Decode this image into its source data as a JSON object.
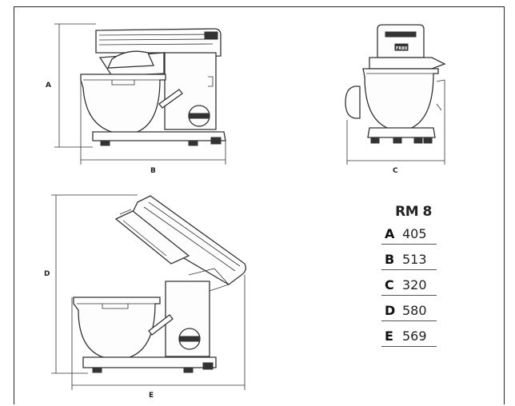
{
  "dimension_labels": {
    "A": "A",
    "B": "B",
    "C": "C",
    "D": "D",
    "E": "E"
  },
  "spec_table": {
    "model": "RM 8",
    "rows": [
      {
        "key": "A",
        "value": "405"
      },
      {
        "key": "B",
        "value": "513"
      },
      {
        "key": "C",
        "value": "320"
      },
      {
        "key": "D",
        "value": "580"
      },
      {
        "key": "E",
        "value": "569"
      }
    ]
  },
  "machine_badge_text": "FR80"
}
